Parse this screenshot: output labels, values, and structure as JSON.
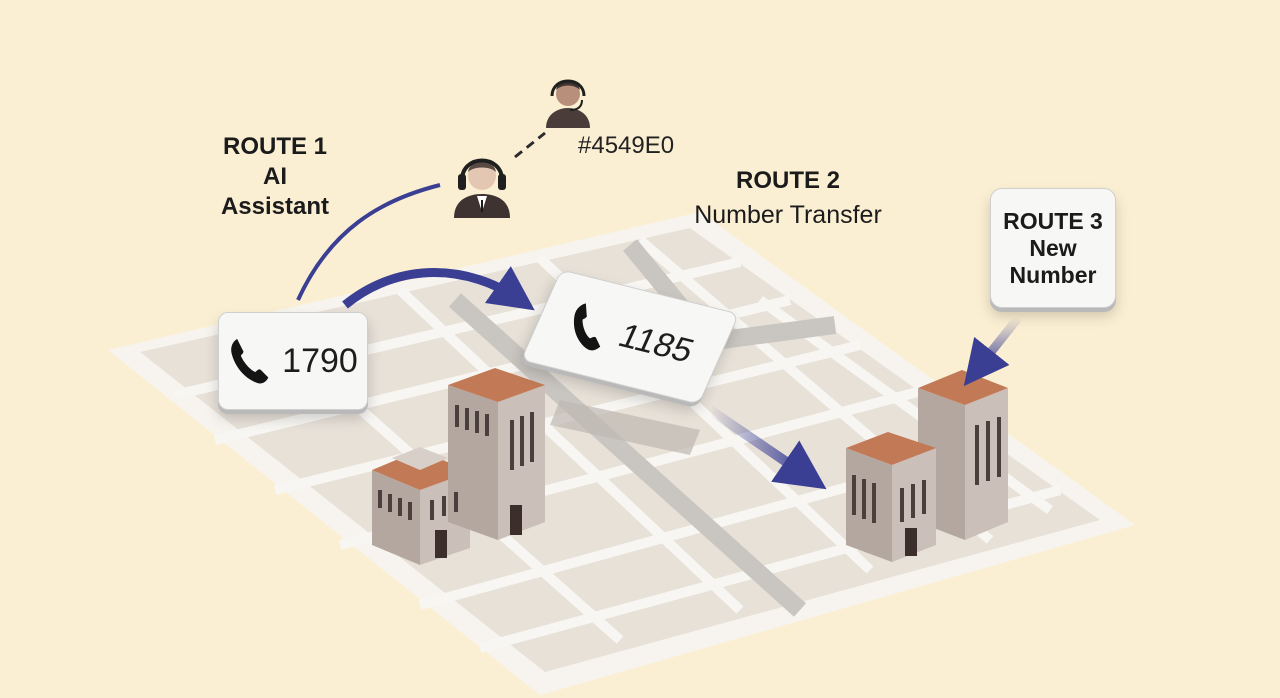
{
  "route1": {
    "title": "ROUTE 1",
    "line1": "AI",
    "line2": "Assistant"
  },
  "route2": {
    "title": "ROUTE 2",
    "subtitle": "Number Transfer"
  },
  "route3": {
    "title": "ROUTE 3",
    "line1": "New",
    "line2": "Number"
  },
  "agent_code": "#4549E0",
  "phone_1": {
    "number": "1790",
    "icon": "phone-icon"
  },
  "phone_2": {
    "number": "1185",
    "icon": "phone-icon"
  },
  "colors": {
    "background": "#fbefd3",
    "arrow": "#3a3f94",
    "map": "#e9e4dc",
    "road": "#f8f6f2",
    "building_roof": "#c9805c",
    "building_wall": "#b9aca6"
  }
}
